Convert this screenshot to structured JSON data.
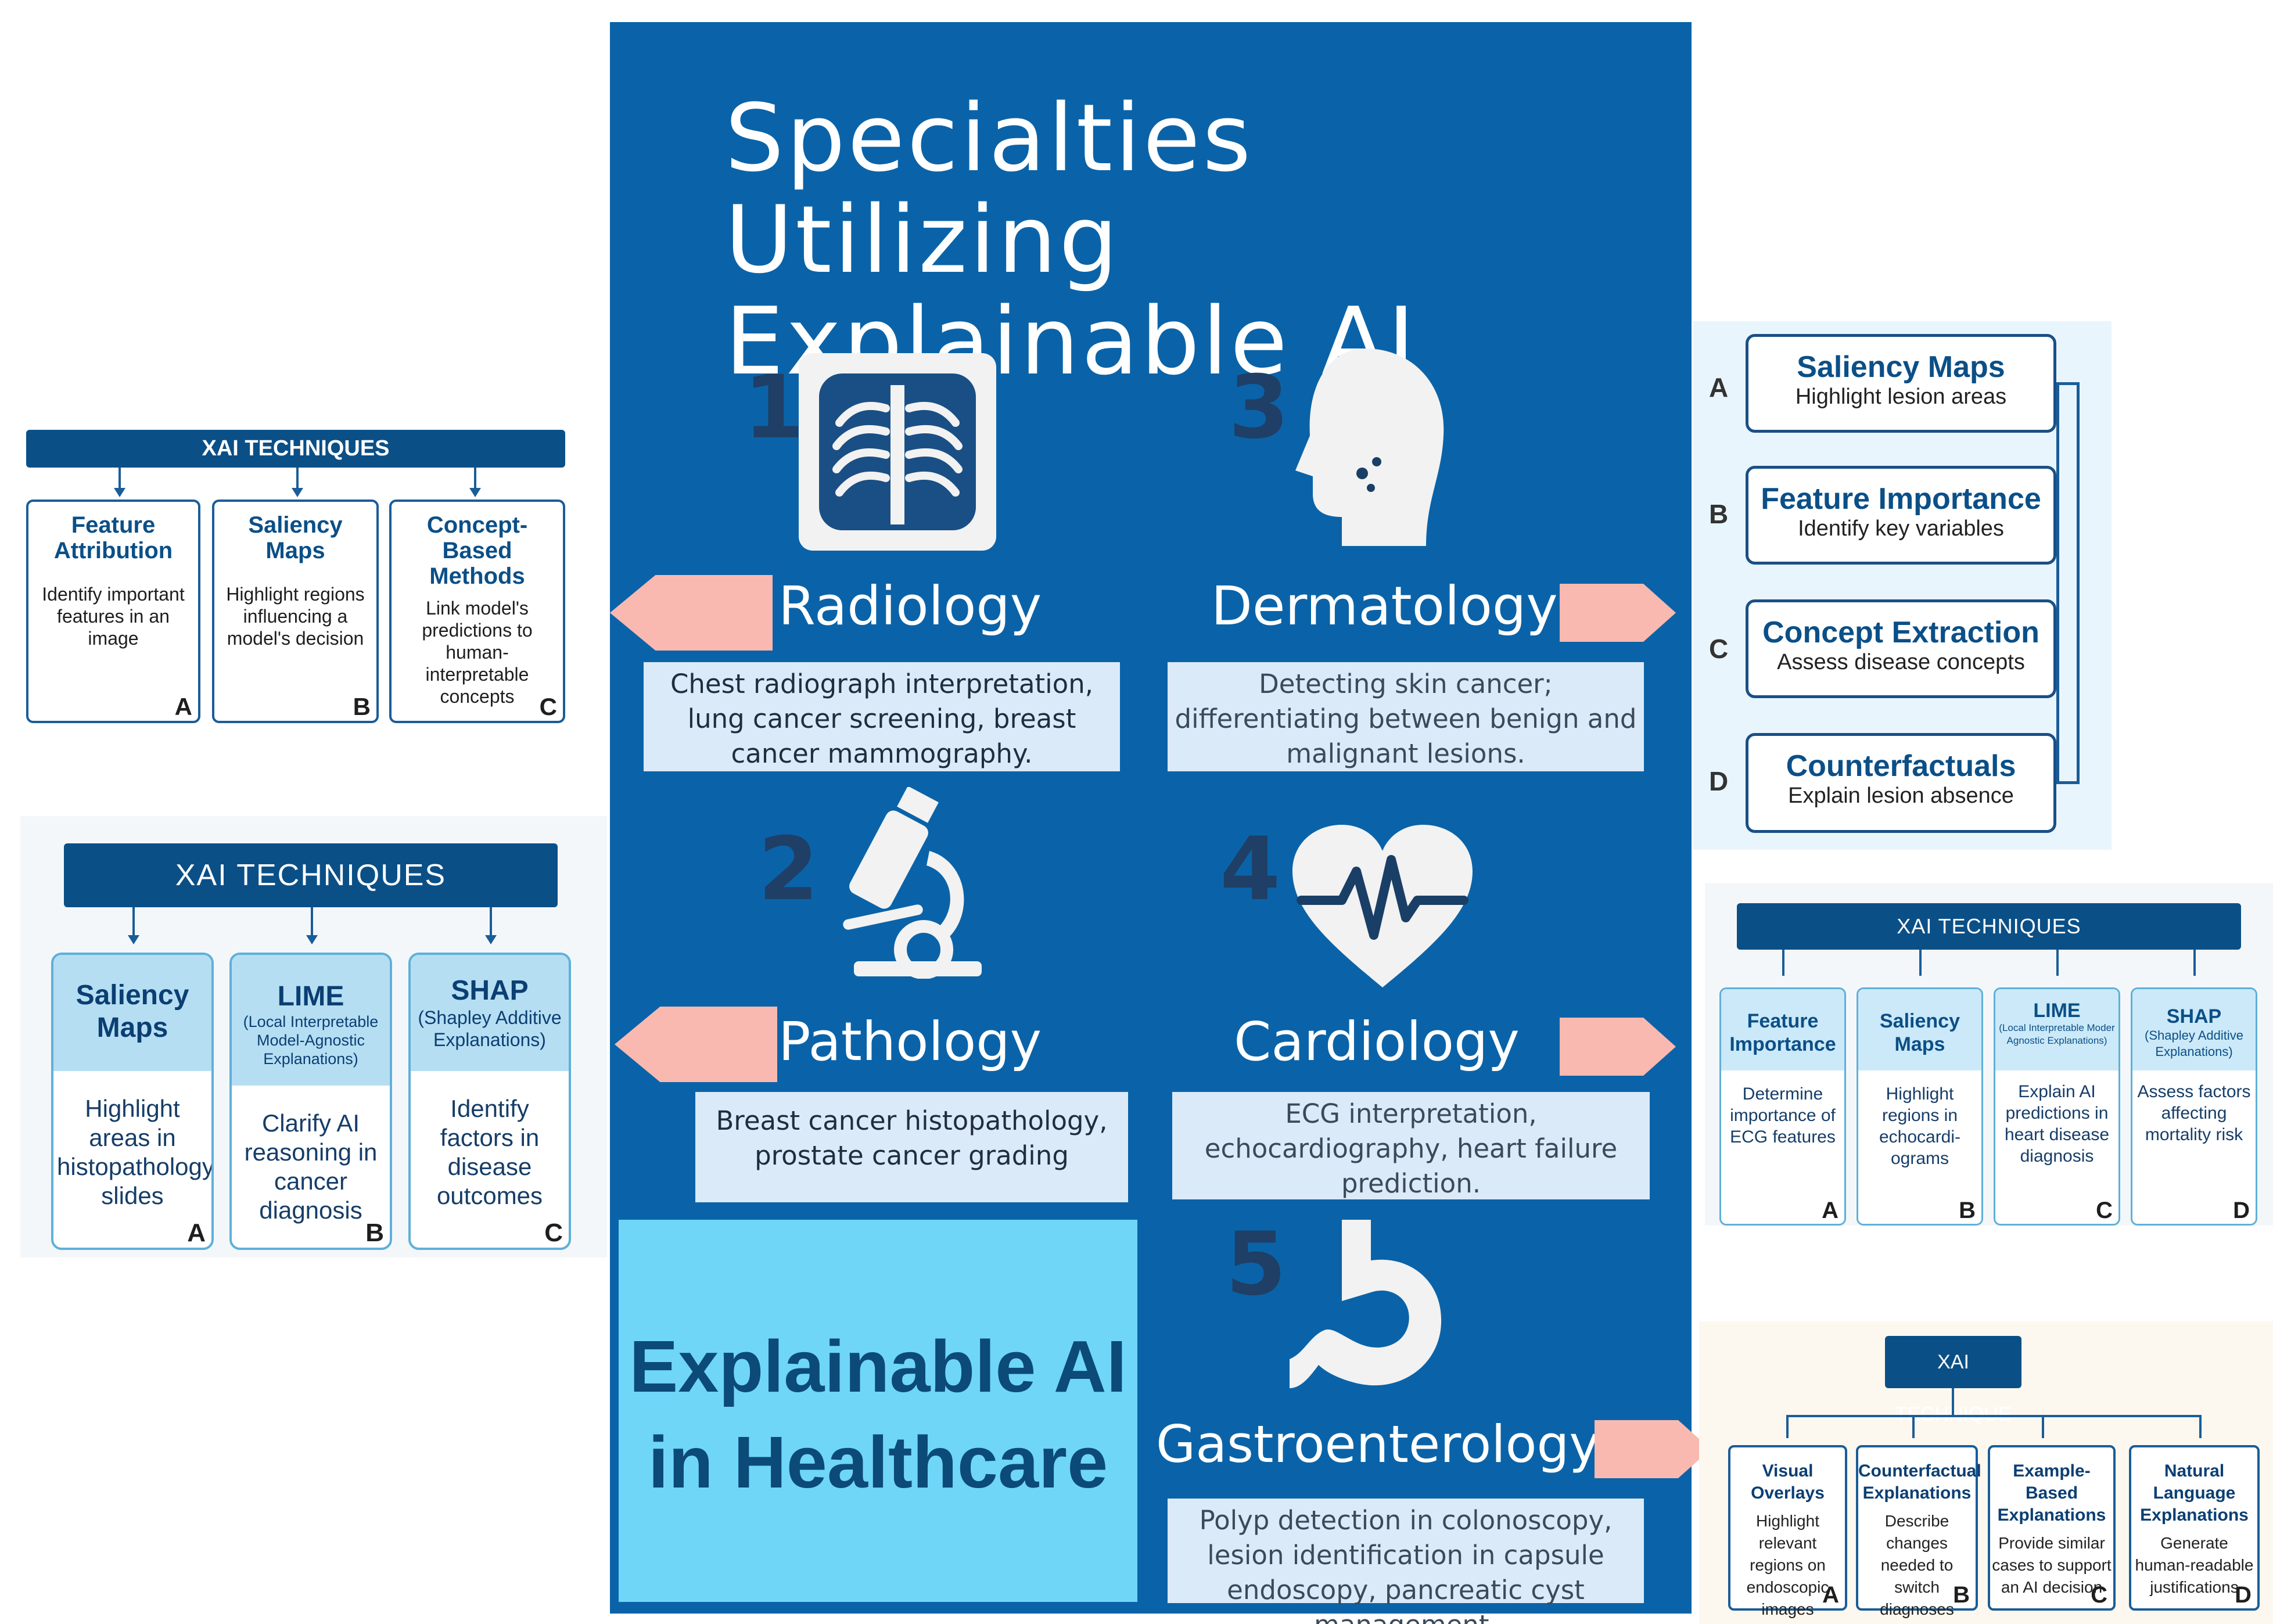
{
  "poster": {
    "title_line1": "Specialties Utilizing",
    "title_line2": "Explainable AI",
    "banner_line1": "Explainable AI",
    "banner_line2": "in Healthcare",
    "specialties": [
      {
        "number": "1",
        "name": "Radiology",
        "icon": "chest-xray-icon",
        "description": "Chest radiograph interpretation, lung cancer screening, breast cancer mammography."
      },
      {
        "number": "2",
        "name": "Pathology",
        "icon": "microscope-icon",
        "description": "Breast cancer histopathology, prostate cancer grading"
      },
      {
        "number": "3",
        "name": "Dermatology",
        "icon": "head-profile-icon",
        "description": "Detecting skin cancer; differentiating between benign and malignant lesions."
      },
      {
        "number": "4",
        "name": "Cardiology",
        "icon": "heart-pulse-icon",
        "description": "ECG interpretation, echocardiography, heart failure prediction."
      },
      {
        "number": "5",
        "name": "Gastroenterology",
        "icon": "stomach-icon",
        "description": "Polyp detection in colonoscopy, lesion identification in capsule endoscopy, pancreatic cyst management."
      }
    ],
    "colors": {
      "background": "#0a63a8",
      "banner": "#6fd6f8",
      "arrow": "#f9b9b0",
      "desc_box": "#dbeaf8"
    }
  },
  "radiology_panel": {
    "header": "XAI TECHNIQUES",
    "cards": [
      {
        "title": "Feature Attribution",
        "body": "Identify important features in an image",
        "letter": "A"
      },
      {
        "title": "Saliency Maps",
        "body": "Highlight regions influencing a model's decision",
        "letter": "B"
      },
      {
        "title": "Concept-Based Methods",
        "body": "Link model's predictions to human-interpretable concepts",
        "letter": "C"
      }
    ]
  },
  "pathology_panel": {
    "header": "XAI TECHNIQUES",
    "cards": [
      {
        "title": "Saliency Maps",
        "subtitle": "",
        "body": "Highlight areas in histopathology slides",
        "letter": "A"
      },
      {
        "title": "LIME",
        "subtitle": "(Local Interpretable Model-Agnostic Explanations)",
        "body": "Clarify AI reasoning in cancer diagnosis",
        "letter": "B"
      },
      {
        "title": "SHAP",
        "subtitle": "(Shapley Additive Explanations)",
        "body": "Identify factors in disease outcomes",
        "letter": "C"
      }
    ]
  },
  "dermatology_panel": {
    "items": [
      {
        "letter": "A",
        "title": "Saliency Maps",
        "body": "Highlight lesion areas"
      },
      {
        "letter": "B",
        "title": "Feature Importance",
        "body": "Identify key variables"
      },
      {
        "letter": "C",
        "title": "Concept Extraction",
        "body": "Assess disease concepts"
      },
      {
        "letter": "D",
        "title": "Counterfactuals",
        "body": "Explain lesion absence"
      }
    ]
  },
  "cardiology_panel": {
    "header": "XAI TECHNIQUES",
    "cards": [
      {
        "title": "Feature Importance",
        "subtitle": "",
        "body": "Determine importance of ECG features",
        "letter": "A"
      },
      {
        "title": "Saliency Maps",
        "subtitle": "",
        "body": "Highlight regions in echocardi-ograms",
        "letter": "B"
      },
      {
        "title": "LIME",
        "subtitle": "(Local Interpretable Moder Agnostic Explanations)",
        "body": "Explain AI predictions in heart disease diagnosis",
        "letter": "C"
      },
      {
        "title": "SHAP",
        "subtitle": "(Shapley Additive Explanations)",
        "body": "Assess factors affecting mortality risk",
        "letter": "D"
      }
    ]
  },
  "gastro_panel": {
    "header": "XAI TECHNIQUE",
    "cards": [
      {
        "title": "Visual Overlays",
        "body": "Highlight relevant regions on endoscopic images",
        "letter": "A"
      },
      {
        "title": "Counterfactual Explanations",
        "body": "Describe changes needed to switch diagnoses",
        "letter": "B"
      },
      {
        "title": "Example-Based Explanations",
        "body": "Provide similar cases to support an AI decision",
        "letter": "C"
      },
      {
        "title": "Natural Language Explanations",
        "body": "Generate human-readable justifications",
        "letter": "D"
      }
    ]
  }
}
